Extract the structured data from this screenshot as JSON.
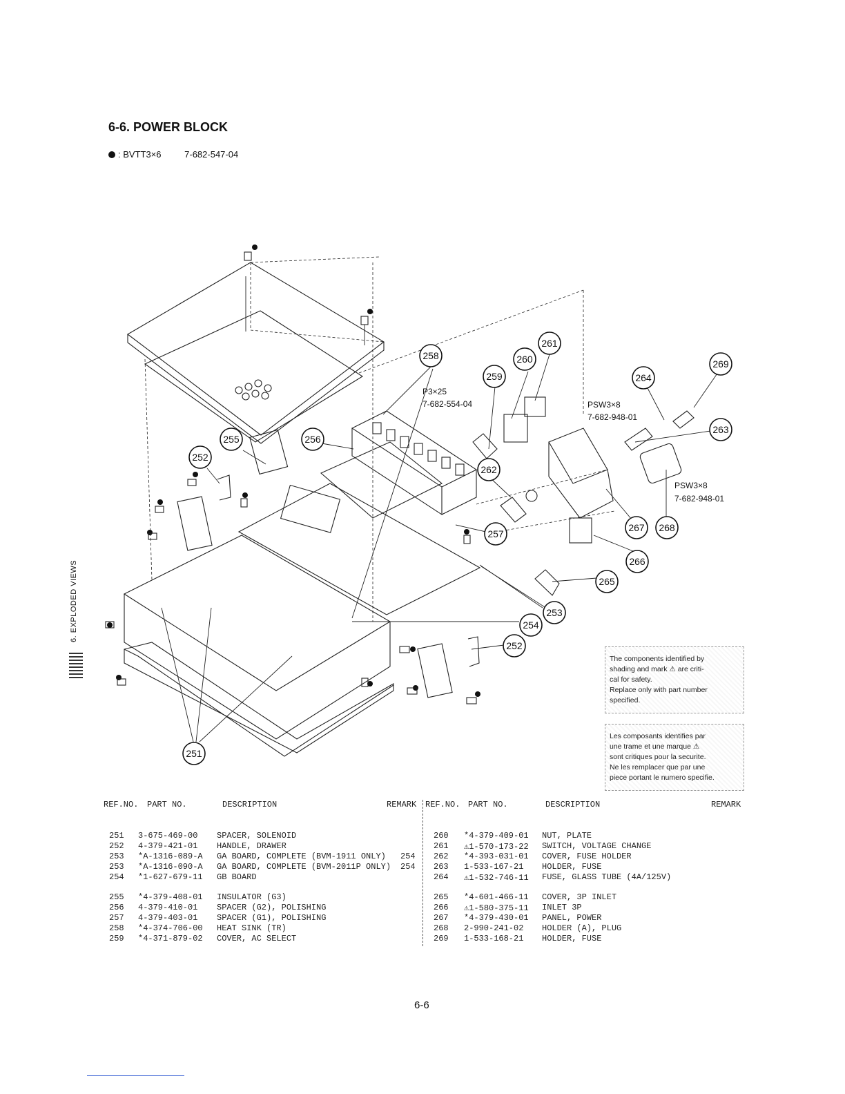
{
  "title": "6-6. POWER BLOCK",
  "subtitle": {
    "screw_name": "BVTT3×6",
    "screw_part": "7-682-547-04"
  },
  "side_label": "6. EXPLODED VIEWS",
  "callouts": [
    "251",
    "252",
    "252",
    "253",
    "254",
    "255",
    "256",
    "257",
    "258",
    "259",
    "260",
    "261",
    "262",
    "263",
    "264",
    "265",
    "266",
    "267",
    "268",
    "269"
  ],
  "annotations": {
    "p3x25": "P3×25",
    "p3x25_part": "7-682-554-04",
    "psw_top": "PSW3×8",
    "psw_top_part": "7-682-948-01",
    "psw_right": "PSW3×8",
    "psw_right_part": "7-682-948-01"
  },
  "notice_en": [
    "The components identified by",
    "shading and mark ⚠ are criti-",
    "cal for safety.",
    "Replace only with part number",
    "specified."
  ],
  "notice_fr": [
    "Les composants identifies par",
    "une trame et une marque ⚠",
    "sont critiques pour la securite.",
    "Ne les remplacer que par une",
    "piece portant le numero specifie."
  ],
  "table_headers": {
    "ref": "REF.NO.",
    "part": "PART NO.",
    "desc": "DESCRIPTION",
    "remark": "REMARK"
  },
  "parts_left": [
    {
      "ref": "251",
      "part": "3-675-469-00",
      "desc": "SPACER, SOLENOID",
      "remark": ""
    },
    {
      "ref": "252",
      "part": "4-379-421-01",
      "desc": "HANDLE, DRAWER",
      "remark": ""
    },
    {
      "ref": "253",
      "part": "*A-1316-089-A",
      "desc": "GA BOARD, COMPLETE (BVM-1911 ONLY)",
      "remark": "254"
    },
    {
      "ref": "253",
      "part": "*A-1316-090-A",
      "desc": "GA BOARD, COMPLETE (BVM-2011P ONLY)",
      "remark": "254"
    },
    {
      "ref": "254",
      "part": "*1-627-679-11",
      "desc": "GB BOARD",
      "remark": ""
    },
    {
      "ref": "255",
      "part": "*4-379-408-01",
      "desc": "INSULATOR (G3)",
      "remark": ""
    },
    {
      "ref": "256",
      "part": "4-379-410-01",
      "desc": "SPACER (G2), POLISHING",
      "remark": ""
    },
    {
      "ref": "257",
      "part": "4-379-403-01",
      "desc": "SPACER (G1), POLISHING",
      "remark": ""
    },
    {
      "ref": "258",
      "part": "*4-374-706-00",
      "desc": "HEAT SINK (TR)",
      "remark": ""
    },
    {
      "ref": "259",
      "part": "*4-371-879-02",
      "desc": "COVER, AC SELECT",
      "remark": ""
    }
  ],
  "parts_right": [
    {
      "ref": "260",
      "part": "*4-379-409-01",
      "desc": "NUT, PLATE",
      "remark": ""
    },
    {
      "ref": "261",
      "part": "⚠1-570-173-22",
      "desc": "SWITCH, VOLTAGE CHANGE",
      "remark": ""
    },
    {
      "ref": "262",
      "part": "*4-393-031-01",
      "desc": "COVER, FUSE HOLDER",
      "remark": ""
    },
    {
      "ref": "263",
      "part": "1-533-167-21",
      "desc": "HOLDER, FUSE",
      "remark": ""
    },
    {
      "ref": "264",
      "part": "⚠1-532-746-11",
      "desc": "FUSE, GLASS TUBE (4A/125V)",
      "remark": ""
    },
    {
      "ref": "265",
      "part": "*4-601-466-11",
      "desc": "COVER, 3P INLET",
      "remark": ""
    },
    {
      "ref": "266",
      "part": "⚠1-580-375-11",
      "desc": "INLET 3P",
      "remark": ""
    },
    {
      "ref": "267",
      "part": "*4-379-430-01",
      "desc": "PANEL, POWER",
      "remark": ""
    },
    {
      "ref": "268",
      "part": "2-990-241-02",
      "desc": "HOLDER (A), PLUG",
      "remark": ""
    },
    {
      "ref": "269",
      "part": "1-533-168-21",
      "desc": "HOLDER, FUSE",
      "remark": ""
    }
  ],
  "page_number": "6-6"
}
